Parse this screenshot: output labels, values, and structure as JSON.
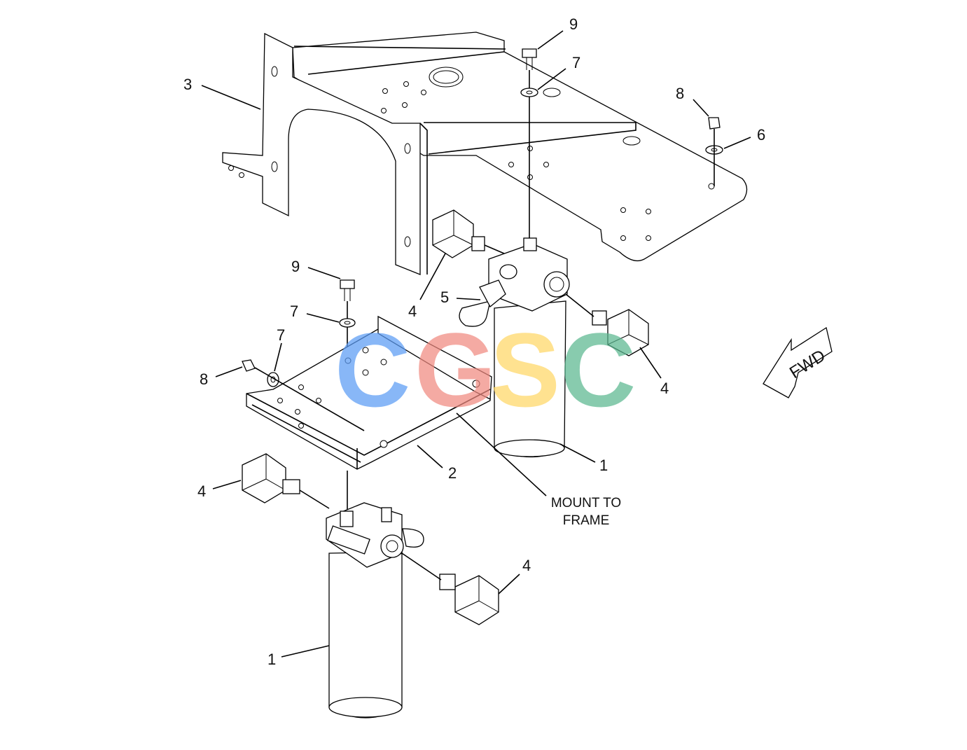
{
  "callouts": {
    "c9_top": "9",
    "c7_top": "7",
    "c3": "3",
    "c8_right": "8",
    "c6": "6",
    "c9_mid": "9",
    "c7_mid1": "7",
    "c7_mid2": "7",
    "c8_left": "8",
    "c4_upper_left": "4",
    "c5": "5",
    "c4_upper_right": "4",
    "c1_upper": "1",
    "c2": "2",
    "c4_lower_left": "4",
    "c4_lower_right": "4",
    "c1_lower": "1"
  },
  "note": {
    "line1": "MOUNT TO",
    "line2": "FRAME"
  },
  "direction": {
    "label": "FWD"
  },
  "watermark": {
    "letters": [
      "C",
      "G",
      "S",
      "C"
    ],
    "colors": [
      "#5b9cf5",
      "#f08a80",
      "#ffd766",
      "#5bb890"
    ]
  }
}
